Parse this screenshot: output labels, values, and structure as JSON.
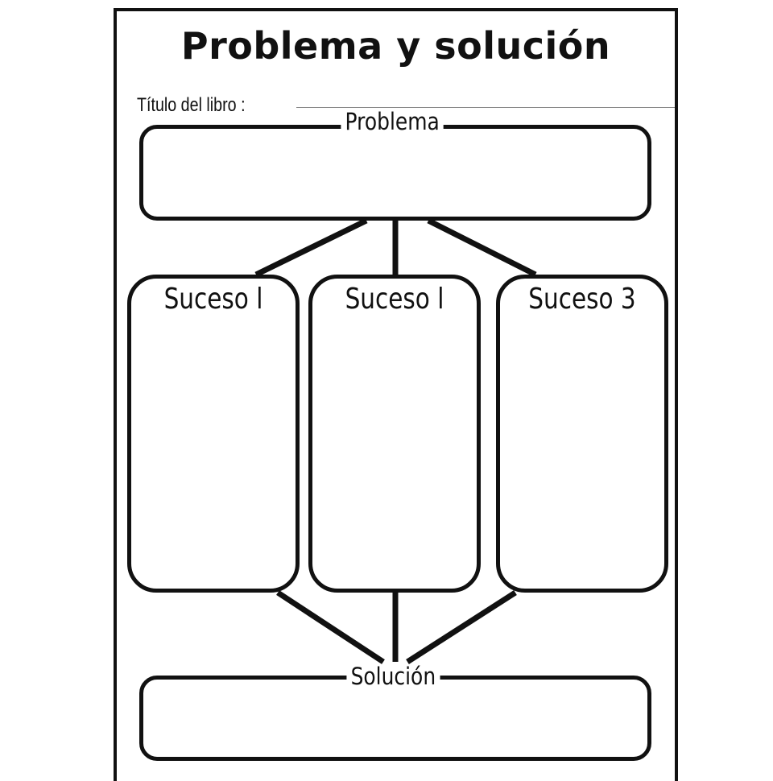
{
  "worksheet": {
    "title": "Problema y solución",
    "book_title_label": "Título del libro :",
    "problem_label": "Problema",
    "events": [
      {
        "label": "Suceso l"
      },
      {
        "label": "Suceso l"
      },
      {
        "label": "Suceso 3"
      }
    ],
    "solution_label": "Solución"
  }
}
